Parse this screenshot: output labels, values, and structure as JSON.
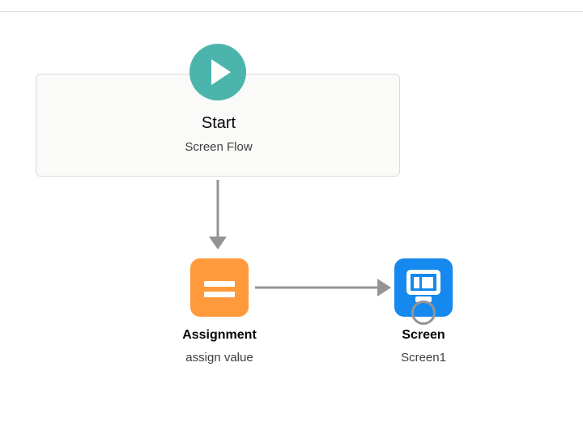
{
  "canvas": {
    "background_color": "#ffffff",
    "divider_color": "#dddbda"
  },
  "start_node": {
    "title": "Start",
    "subtitle": "Screen Flow",
    "badge_icon": "play-icon",
    "badge_color": "#4bb5ad",
    "box_fill": "#fafaf9",
    "box_border": "#dddbda"
  },
  "elements": [
    {
      "id": "assignment",
      "label": "Assignment",
      "sublabel": "assign value",
      "icon": "assignment-equals-icon",
      "icon_color": "#ff9a3c"
    },
    {
      "id": "screen",
      "label": "Screen",
      "sublabel": "Screen1",
      "icon": "screen-monitor-icon",
      "icon_color": "#1589ee",
      "ring_color": "#969492"
    }
  ],
  "connectors": [
    {
      "id": "start-to-assignment",
      "from": "start_node",
      "to": "assignment",
      "orientation": "vertical",
      "color": "#969492"
    },
    {
      "id": "assignment-to-screen",
      "from": "assignment",
      "to": "screen",
      "orientation": "horizontal",
      "color": "#969492"
    }
  ]
}
